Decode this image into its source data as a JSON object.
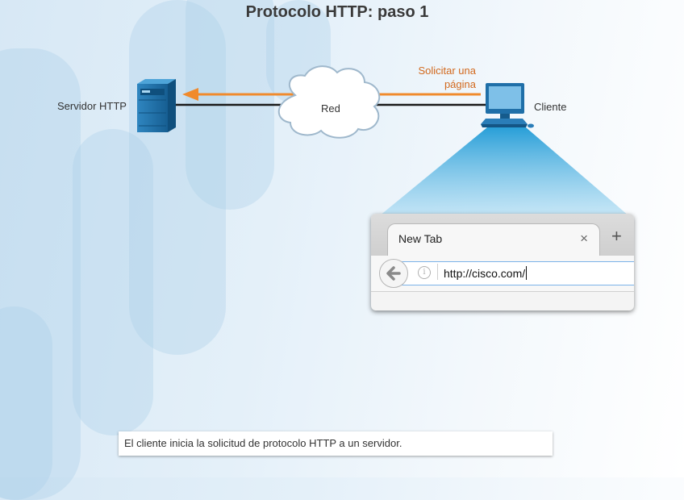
{
  "title": "Protocolo HTTP: paso 1",
  "server_label": "Servidor HTTP",
  "network_label": "Red",
  "client_label": "Cliente",
  "request_label_line1": "Solicitar una",
  "request_label_line2": "página",
  "browser": {
    "tab_label": "New Tab",
    "close_glyph": "×",
    "new_tab_glyph": "+",
    "info_glyph": "i",
    "url": "http://cisco.com/"
  },
  "caption": "El cliente inicia la solicitud de protocolo HTTP a un servidor.",
  "colors": {
    "arrow": "#f08a2c",
    "request_text": "#d2691e",
    "device_blue": "#1f6fa8",
    "beam": "#35a8df"
  }
}
